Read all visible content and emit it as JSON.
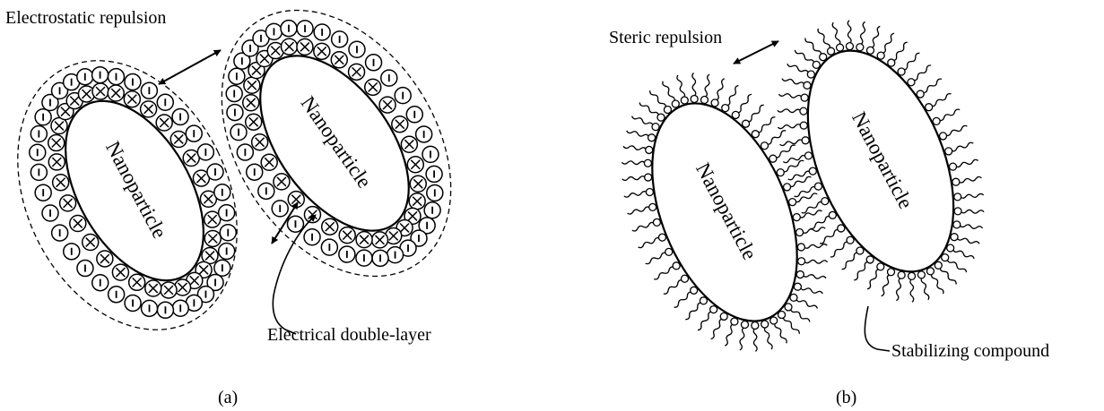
{
  "panel_a": {
    "caption": "(a)",
    "label_electrostatic": "Electrostatic repulsion",
    "label_double_layer": "Electrical double-layer",
    "particle_left_label": "Nanoparticle",
    "particle_right_label": "Nanoparticle"
  },
  "panel_b": {
    "caption": "(b)",
    "label_steric": "Steric repulsion",
    "label_stabilizer": "Stabilizing compound",
    "particle_left_label": "Nanoparticle",
    "particle_right_label": "Nanoparticle"
  }
}
